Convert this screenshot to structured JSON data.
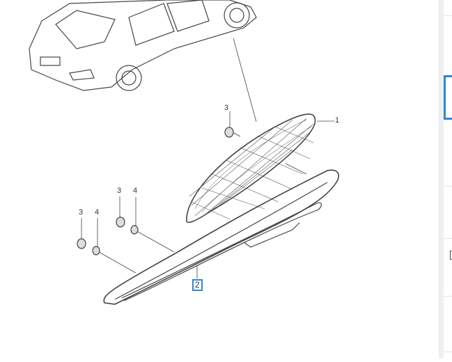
{
  "diagram": {
    "callouts": [
      {
        "label": "1"
      },
      {
        "label": "2",
        "selected": true
      },
      {
        "label": "3"
      },
      {
        "label": "3"
      },
      {
        "label": "4"
      },
      {
        "label": "3"
      },
      {
        "label": "4"
      }
    ],
    "accent_color": "#2f86d6"
  }
}
